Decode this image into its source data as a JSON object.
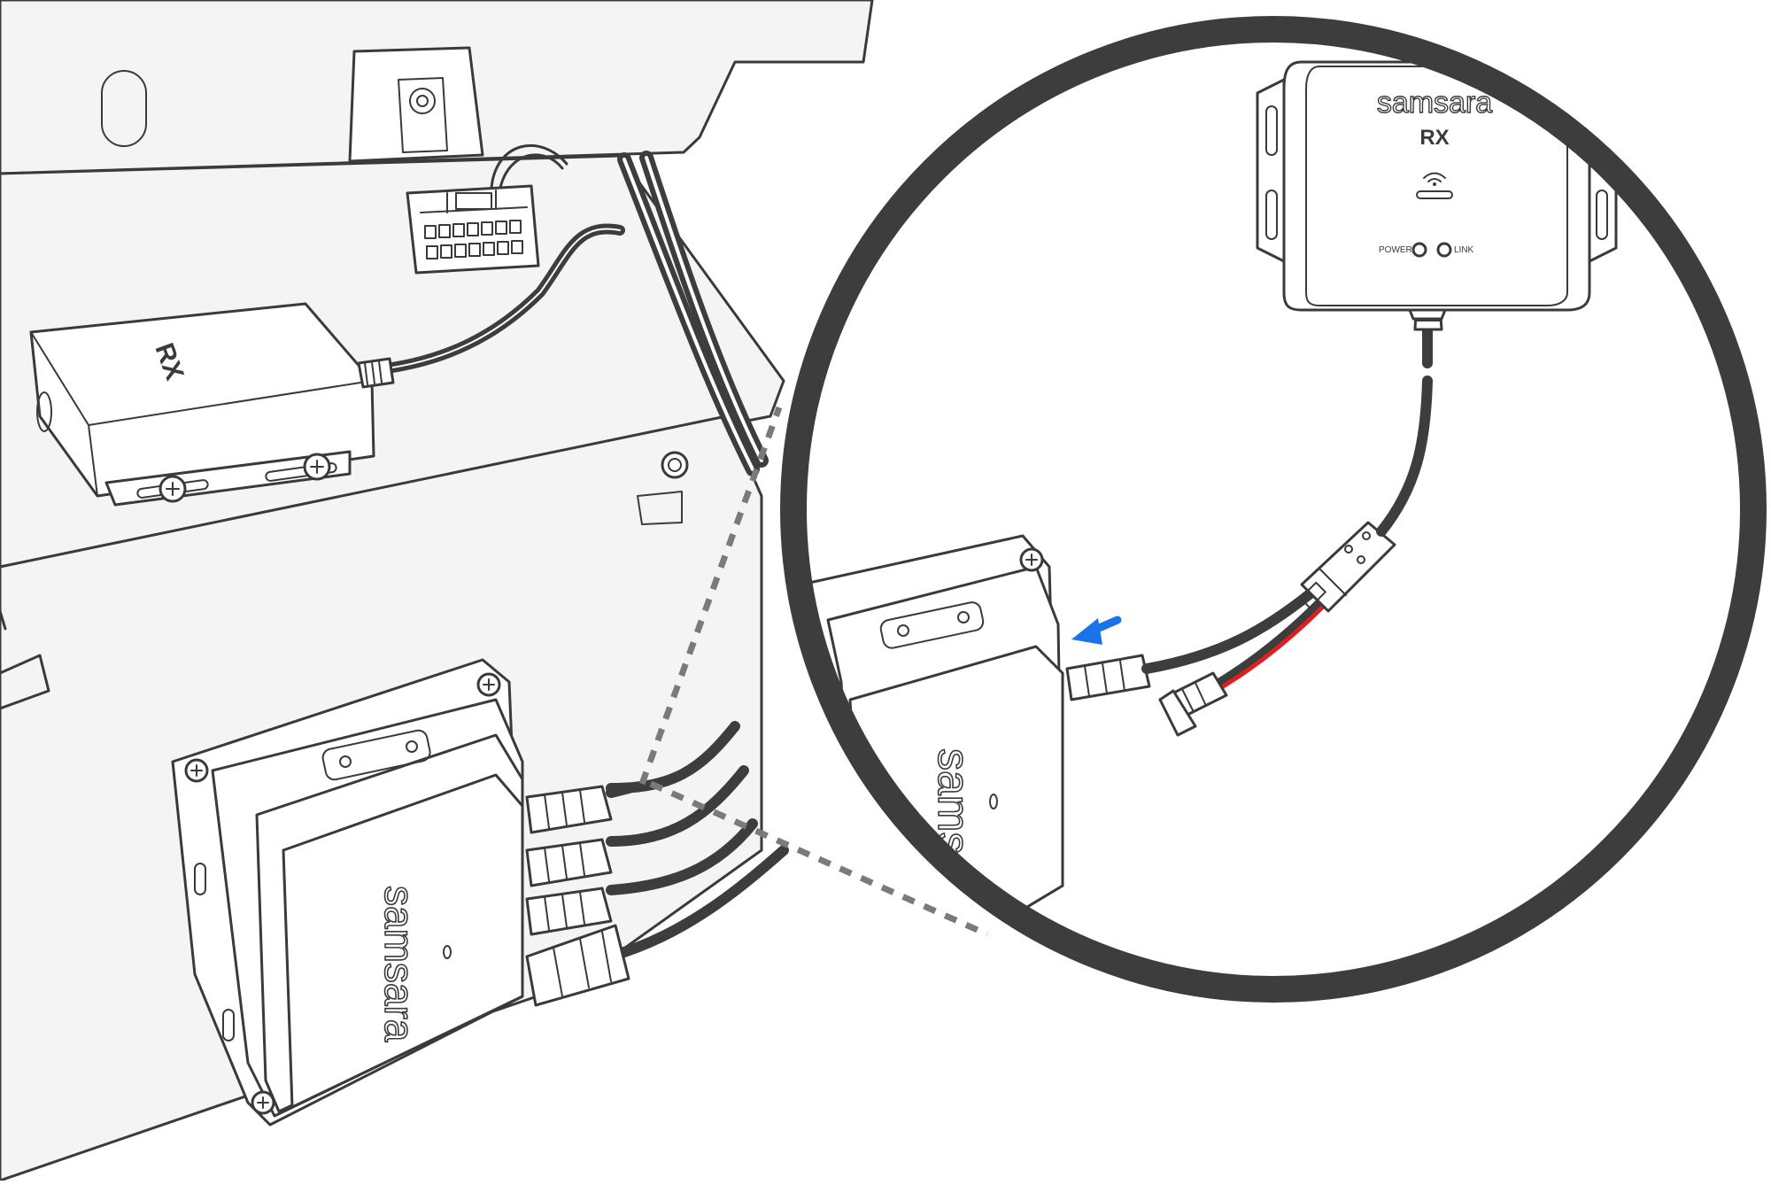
{
  "labels": {
    "rx_small": "RX",
    "rx_main": "RX",
    "brand_rx": "samsara",
    "brand_gateway": "samsara",
    "brand_gateway_zoom": "samsara",
    "power_label": "POWER",
    "link_label": "LINK"
  },
  "icons": {
    "arrow": "blue-arrow-icon",
    "wireless": "wireless-signal-icon"
  },
  "colors": {
    "arrow": "#1a73e8",
    "line": "#3a3a3a",
    "panel_fill": "#f4f4f4",
    "magnifier_ring": "#3d3d3d",
    "red_wire": "#e01e1e"
  }
}
